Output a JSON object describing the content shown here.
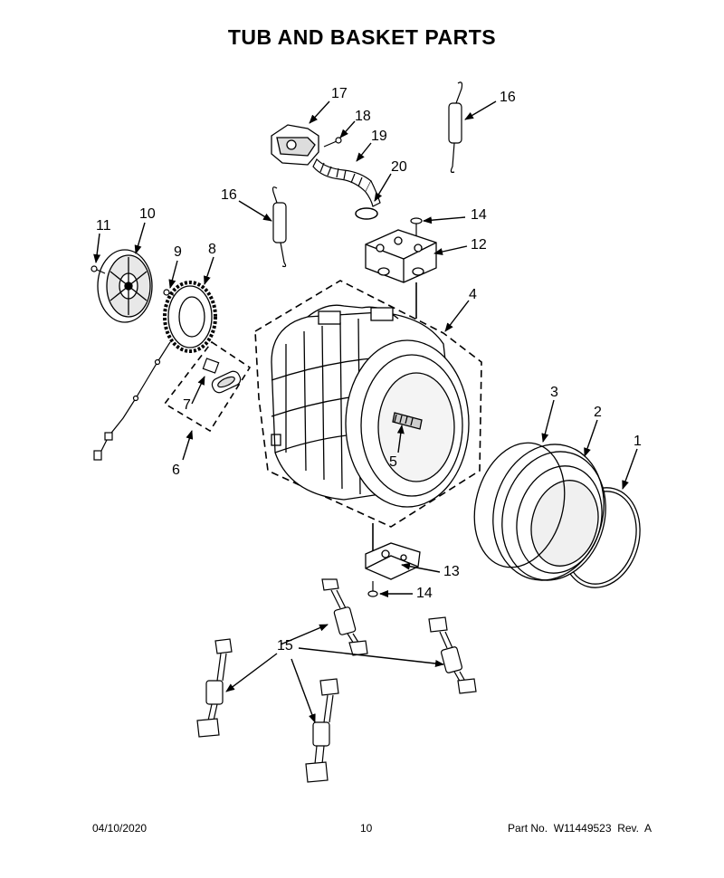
{
  "title": "TUB AND BASKET PARTS",
  "callouts": {
    "c1": "1",
    "c2": "2",
    "c3": "3",
    "c4": "4",
    "c5": "5",
    "c6": "6",
    "c7": "7",
    "c8": "8",
    "c9": "9",
    "c10": "10",
    "c11": "11",
    "c12": "12",
    "c13": "13",
    "c14a": "14",
    "c14b": "14",
    "c15": "15",
    "c16a": "16",
    "c16b": "16",
    "c17": "17",
    "c18": "18",
    "c19": "19",
    "c20": "20"
  },
  "footer": {
    "date": "04/10/2020",
    "page": "10",
    "part": "Part No.  W11449523  Rev.  A"
  }
}
